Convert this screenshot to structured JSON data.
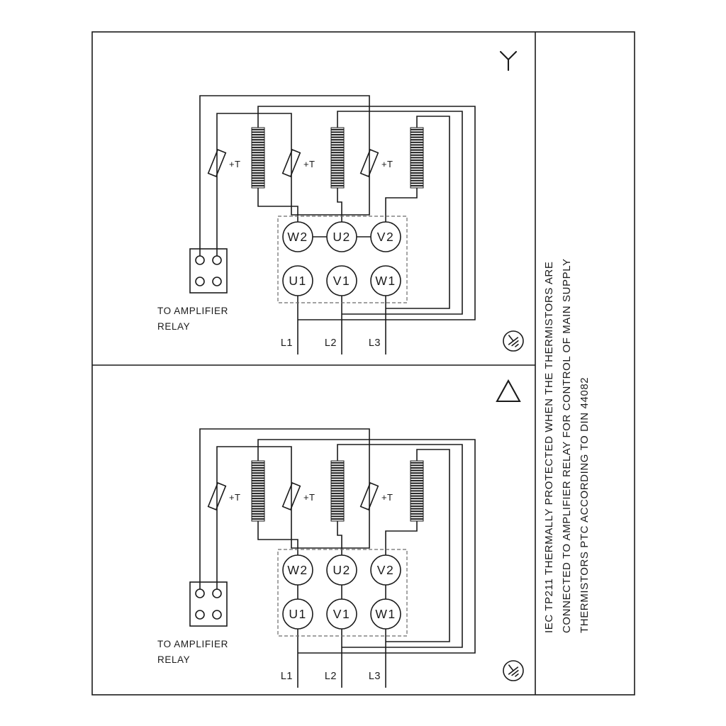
{
  "sidebar": {
    "note_lines": [
      "IEC TP211 THERMALLY PROTECTED WHEN THE THERMISTORS ARE",
      "CONNECTED TO AMPLIFIER RELAY FOR CONTROL OF MAIN SUPPLY",
      "THERMISTORS PTC ACCORDING TO DIN 44082"
    ]
  },
  "panels": [
    {
      "connection": "star",
      "symbol": "wye-icon",
      "relay_note_line1": "TO AMPLIFIER",
      "relay_note_line2": "RELAY",
      "thermistor_label": "+T",
      "terminals_top": [
        "W2",
        "U2",
        "V2"
      ],
      "terminals_bottom": [
        "U1",
        "V1",
        "W1"
      ],
      "supply_lines": [
        "L1",
        "L2",
        "L3"
      ]
    },
    {
      "connection": "delta",
      "symbol": "delta-icon",
      "relay_note_line1": "TO AMPLIFIER",
      "relay_note_line2": "RELAY",
      "thermistor_label": "+T",
      "terminals_top": [
        "W2",
        "U2",
        "V2"
      ],
      "terminals_bottom": [
        "U1",
        "V1",
        "W1"
      ],
      "supply_lines": [
        "L1",
        "L2",
        "L3"
      ]
    }
  ],
  "colors": {
    "stroke": "#1b1b1b",
    "background": "#ffffff",
    "dashed_box": "#6b6b6b"
  }
}
